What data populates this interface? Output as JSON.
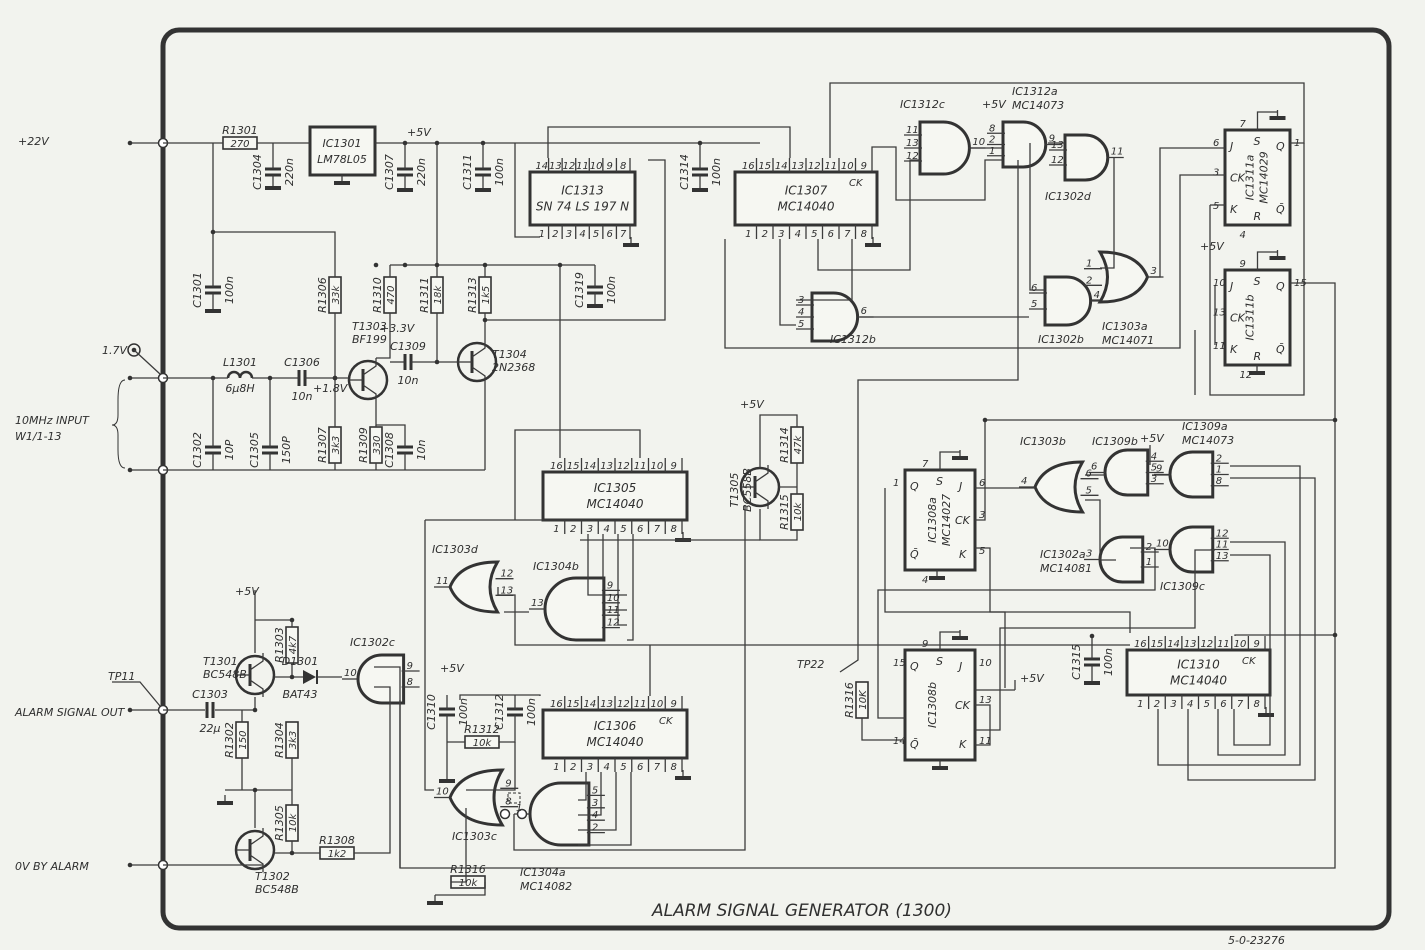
{
  "title": "ALARM SIGNAL GENERATOR (1300)",
  "drawing_number": "5-0-23276",
  "connectors": {
    "p22v": "+22V",
    "v17": "1.7V",
    "input": "10MHz INPUT",
    "input_ref": "W1/1-13",
    "tp11": "TP11",
    "alarm_out": "ALARM SIGNAL OUT",
    "zero_v": "0V BY ALARM",
    "tp22": "TP22"
  },
  "rails": {
    "v5": "+5V",
    "v33": "+3.3V",
    "v18": "+1.8V"
  },
  "regulator": {
    "ref": "IC1301",
    "type": "LM78L05"
  },
  "resistors": {
    "R1301": {
      "ref": "R1301",
      "value": "270"
    },
    "R1306": {
      "ref": "R1306",
      "value": "33k"
    },
    "R1310": {
      "ref": "R1310",
      "value": "470"
    },
    "R1311": {
      "ref": "R1311",
      "value": "18k"
    },
    "R1313": {
      "ref": "R1313",
      "value": "1k5"
    },
    "R1307": {
      "ref": "R1307",
      "value": "3k3"
    },
    "R1309": {
      "ref": "R1309",
      "value": "330"
    },
    "R1314": {
      "ref": "R1314",
      "value": "47k"
    },
    "R1315": {
      "ref": "R1315",
      "value": "10k"
    },
    "R1303": {
      "ref": "R1303",
      "value": "4k7"
    },
    "R1302": {
      "ref": "R1302",
      "value": "150"
    },
    "R1304": {
      "ref": "R1304",
      "value": "3k3"
    },
    "R1305": {
      "ref": "R1305",
      "value": "10k"
    },
    "R1308": {
      "ref": "R1308",
      "value": "1k2"
    },
    "R1312": {
      "ref": "R1312",
      "value": "10k"
    },
    "R1316": {
      "ref": "R1316",
      "value": "10k"
    },
    "R1316b": {
      "ref": "R1316",
      "value": "10K"
    }
  },
  "capacitors": {
    "C1304": {
      "ref": "C1304",
      "value": "220n"
    },
    "C1307": {
      "ref": "C1307",
      "value": "220n"
    },
    "C1311": {
      "ref": "C1311",
      "value": "100n"
    },
    "C1314": {
      "ref": "C1314",
      "value": "100n"
    },
    "C1301": {
      "ref": "C1301",
      "value": "100n"
    },
    "C1319": {
      "ref": "C1319",
      "value": "100n"
    },
    "C1306": {
      "ref": "C1306",
      "value": "10n"
    },
    "C1309": {
      "ref": "C1309",
      "value": "10n"
    },
    "C1302": {
      "ref": "C1302",
      "value": "10P"
    },
    "C1305": {
      "ref": "C1305",
      "value": "150P"
    },
    "C1308": {
      "ref": "C1308",
      "value": "10n"
    },
    "C1303": {
      "ref": "C1303",
      "value": "22µ"
    },
    "C1310": {
      "ref": "C1310",
      "value": "100n"
    },
    "C1312": {
      "ref": "C1312",
      "value": "100n"
    },
    "C1315": {
      "ref": "C1315",
      "value": "100n"
    }
  },
  "inductor": {
    "ref": "L1301",
    "value": "6µ8H"
  },
  "diode": {
    "ref": "D1301",
    "value": "BAT43"
  },
  "transistors": {
    "T1303": {
      "ref": "T1303",
      "type": "BF199"
    },
    "T1304": {
      "ref": "T1304",
      "type": "2N2368"
    },
    "T1305": {
      "ref": "T1305",
      "type": "BC558B"
    },
    "T1301": {
      "ref": "T1301",
      "type": "BC548B"
    },
    "T1302": {
      "ref": "T1302",
      "type": "BC548B"
    }
  },
  "counters": {
    "IC1313": {
      "ref": "IC1313",
      "type": "SN 74 LS 197 N",
      "pins_top": [
        "14",
        "13",
        "12",
        "11",
        "10",
        "9",
        "8"
      ],
      "pins_bottom": [
        "1",
        "2",
        "3",
        "4",
        "5",
        "6",
        "7"
      ]
    },
    "IC1307": {
      "ref": "IC1307",
      "type": "MC14040",
      "clock": "CK",
      "pins_top": [
        "16",
        "15",
        "14",
        "13",
        "12",
        "11",
        "10",
        "9"
      ],
      "pins_bottom": [
        "1",
        "2",
        "3",
        "4",
        "5",
        "6",
        "7",
        "8"
      ]
    },
    "IC1305": {
      "ref": "IC1305",
      "type": "MC14040",
      "pins_top": [
        "16",
        "15",
        "14",
        "13",
        "12",
        "11",
        "10",
        "9"
      ],
      "pins_bottom": [
        "1",
        "2",
        "3",
        "4",
        "5",
        "6",
        "7",
        "8"
      ]
    },
    "IC1306": {
      "ref": "IC1306",
      "type": "MC14040",
      "clock": "CK",
      "pins_top": [
        "16",
        "15",
        "14",
        "13",
        "12",
        "11",
        "10",
        "9"
      ],
      "pins_bottom": [
        "1",
        "2",
        "3",
        "4",
        "5",
        "6",
        "7",
        "8"
      ]
    },
    "IC1310": {
      "ref": "IC1310",
      "type": "MC14040",
      "clock": "CK",
      "pins_top": [
        "16",
        "15",
        "14",
        "13",
        "12",
        "11",
        "10",
        "9"
      ],
      "pins_bottom": [
        "1",
        "2",
        "3",
        "4",
        "5",
        "6",
        "7",
        "8"
      ]
    }
  },
  "flipflops": {
    "IC1311a": {
      "ref": "IC1311a",
      "type": "MC14029",
      "names": {
        "S": "S",
        "R": "R",
        "J": "J",
        "CK": "CK",
        "K": "K",
        "Q": "Q",
        "QB": "Q̄"
      },
      "pins": {
        "S": "7",
        "J": "6",
        "CK": "3",
        "K": "5",
        "Q": "1",
        "R": "4"
      }
    },
    "IC1311b": {
      "ref": "IC1311b",
      "type": "",
      "names": {
        "S": "S",
        "R": "R",
        "J": "J",
        "CK": "CK",
        "K": "K",
        "Q": "Q",
        "QB": "Q̄"
      },
      "pins": {
        "S": "9",
        "J": "10",
        "CK": "13",
        "K": "11",
        "Q": "15",
        "R": "12"
      }
    },
    "IC1308a": {
      "ref": "IC1308a",
      "type": "MC14027",
      "names": {
        "S": "S",
        "J": "J",
        "CK": "CK",
        "K": "K",
        "Q": "Q",
        "QB": "Q̄"
      },
      "pins": {
        "S": "7",
        "J": "6",
        "CK": "3",
        "K": "5",
        "Q": "1",
        "R": "4"
      }
    },
    "IC1308b": {
      "ref": "IC1308b",
      "type": "",
      "names": {
        "S": "S",
        "J": "J",
        "CK": "CK",
        "K": "K",
        "Q": "Q",
        "QB": "Q̄"
      },
      "pins": {
        "S": "9",
        "J": "10",
        "CK": "13",
        "K": "11",
        "Q": "15",
        "QB": "14"
      }
    }
  },
  "gates": {
    "IC1312c": {
      "ref": "IC1312c",
      "type": "",
      "inputs": [
        "11",
        "13",
        "12"
      ],
      "output": "10"
    },
    "IC1312a": {
      "ref": "IC1312a",
      "type": "MC14073",
      "inputs": [
        "8",
        "2",
        "1"
      ],
      "output": "9"
    },
    "IC1302d": {
      "ref": "IC1302d",
      "type": "",
      "inputs": [
        "13",
        "12"
      ],
      "output": "11"
    },
    "IC1312b": {
      "ref": "IC1312b",
      "type": "",
      "inputs": [
        "3",
        "4",
        "5"
      ],
      "output": "6"
    },
    "IC1302b": {
      "ref": "IC1302b",
      "type": "",
      "inputs": [
        "6",
        "5"
      ],
      "output": "4"
    },
    "IC1303a": {
      "ref": "IC1303a",
      "type": "MC14071",
      "inputs": [
        "1",
        "2"
      ],
      "output": "3"
    },
    "IC1303d": {
      "ref": "IC1303d",
      "type": "",
      "inputs": [
        "12",
        "13"
      ],
      "output": "11"
    },
    "IC1304b": {
      "ref": "IC1304b",
      "type": "",
      "inputs": [
        "9",
        "10",
        "11",
        "12"
      ],
      "output": "13"
    },
    "IC1302c": {
      "ref": "IC1302c",
      "type": "",
      "inputs": [
        "9",
        "8"
      ],
      "output": "10"
    },
    "IC1303c": {
      "ref": "IC1303c",
      "type": "",
      "inputs": [
        "9",
        "8"
      ],
      "output": "10"
    },
    "IC1304a": {
      "ref": "IC1304a",
      "type": "MC14082",
      "inputs": [
        "5",
        "3",
        "4",
        "2"
      ],
      "output": "1"
    },
    "IC1303b": {
      "ref": "IC1303b",
      "type": "",
      "inputs": [
        "6",
        "5"
      ],
      "output": "4"
    },
    "IC1309b": {
      "ref": "IC1309b",
      "type": "",
      "inputs": [
        "4",
        "5",
        "3"
      ],
      "output": "6"
    },
    "IC1309a": {
      "ref": "IC1309a",
      "type": "MC14073",
      "inputs": [
        "2",
        "1",
        "8"
      ],
      "output": "9"
    },
    "IC1302a": {
      "ref": "IC1302a",
      "type": "MC14081",
      "inputs": [
        "2",
        "1"
      ],
      "output": "3"
    },
    "IC1309c": {
      "ref": "IC1309c",
      "type": "",
      "inputs": [
        "12",
        "11",
        "13"
      ],
      "output": "10"
    }
  },
  "colors": {
    "paper": "#f2f3ee",
    "ink": "#333333"
  }
}
